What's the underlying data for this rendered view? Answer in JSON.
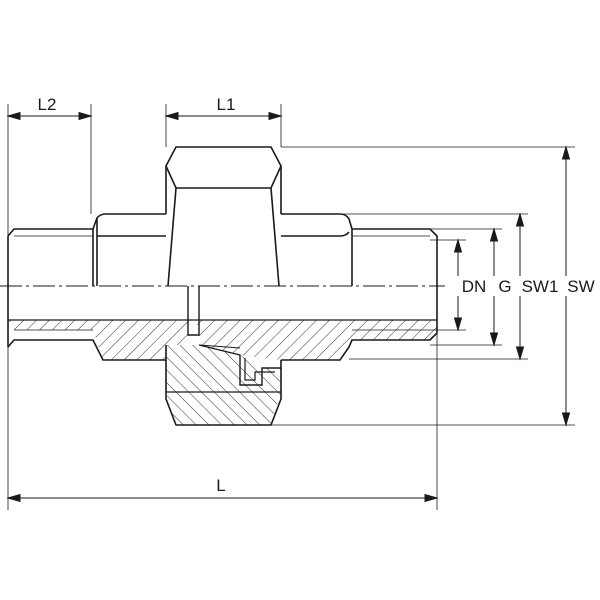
{
  "labels": {
    "l2": "L2",
    "l1": "L1",
    "l": "L",
    "dn": "DN",
    "g": "G",
    "sw1": "SW1",
    "sw": "SW"
  },
  "colors": {
    "ink": "#1a1a1a",
    "background": "#ffffff"
  }
}
